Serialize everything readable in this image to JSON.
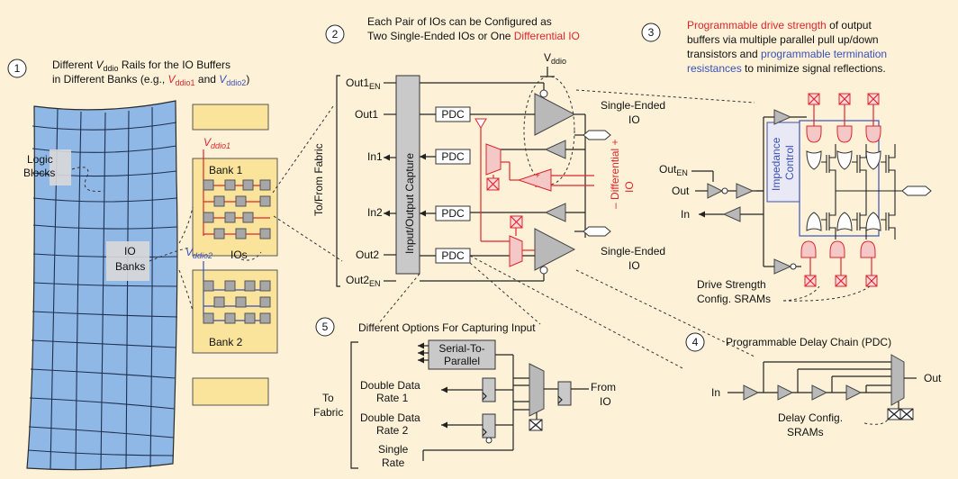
{
  "step_numbers": [
    "1",
    "2",
    "3",
    "4",
    "5"
  ],
  "section1": {
    "line1_prefix": "Different ",
    "line1_v": "V",
    "line1_sub": "ddio",
    "line1_suffix": " Rails for the IO Buffers",
    "line2_prefix": "in Different Banks (e.g., ",
    "vddio1_v": "V",
    "vddio1_sub": "ddio1",
    "and_word": " and ",
    "vddio2_v": "V",
    "vddio2_sub": "ddio2",
    "line2_suffix": ")"
  },
  "fabric": {
    "logic_blocks_line1": "Logic",
    "logic_blocks_line2": "Blocks",
    "io_banks_line1": "IO",
    "io_banks_line2": "Banks"
  },
  "banks": {
    "vddio1_v": "V",
    "vddio1_sub": "ddio1",
    "vddio2_v": "V",
    "vddio2_sub": "ddio2",
    "bank1": "Bank 1",
    "bank2": "Bank 2",
    "ios": "IOs"
  },
  "section2": {
    "title_line1": "Each Pair of IOs can be Configured as",
    "title_line2_prefix": "Two Single-Ended IOs or One ",
    "title_line2_red": "Differential IO",
    "vddio_v": "V",
    "vddio_sub": "ddio",
    "to_from_fabric": "To/From Fabric",
    "input_output_capture": "Input/Output Capture",
    "out1en": "Out1",
    "out1en_sub": "EN",
    "out1": "Out1",
    "in1": "In1",
    "in2": "In2",
    "out2": "Out2",
    "out2en": "Out2",
    "out2en_sub": "EN",
    "pdc": "PDC",
    "single_ended_line1": "Single-Ended",
    "single_ended_line2": "IO",
    "differential_minus": "–",
    "differential_word": "Differential",
    "differential_plus": "+",
    "differential_io": "IO",
    "opamp_plus": "+",
    "opamp_minus": "–"
  },
  "section3": {
    "line1_red": "Programmable drive strength",
    "line1_black": " of output",
    "line2": "buffers via multiple parallel pull up/down",
    "line3_black": "transistors and ",
    "line3_blue": "programmable termination",
    "line4_blue": "resistances",
    "line4_black": " to minimize signal reflections.",
    "impedance_line1": "Impedance",
    "impedance_line2": "Control",
    "out_en": "Out",
    "out_en_sub": "EN",
    "out": "Out",
    "in": "In",
    "drive_strength_line1": "Drive Strength",
    "drive_strength_line2": "Config. SRAMs"
  },
  "section4": {
    "title": "Programmable Delay Chain (PDC)",
    "in": "In",
    "out": "Out",
    "delay_line1": "Delay Config.",
    "delay_line2": "SRAMs"
  },
  "section5": {
    "title": "Different Options For Capturing Input",
    "to_fabric_line1": "To",
    "to_fabric_line2": "Fabric",
    "serial_line1": "Serial-To-",
    "serial_line2": "Parallel",
    "ddr1_line1": "Double Data",
    "ddr1_line2": "Rate 1",
    "ddr2_line1": "Double Data",
    "ddr2_line2": "Rate 2",
    "single_line1": "Single",
    "single_line2": "Rate",
    "from_io_line1": "From",
    "from_io_line2": "IO"
  },
  "colors": {
    "background": "#fdf2d8",
    "fabric_blue": "#8fb8e6",
    "bank_yellow": "#fae39a",
    "red": "#e0242b",
    "blue": "#3a4fb8",
    "gray": "#b9b9b9"
  }
}
